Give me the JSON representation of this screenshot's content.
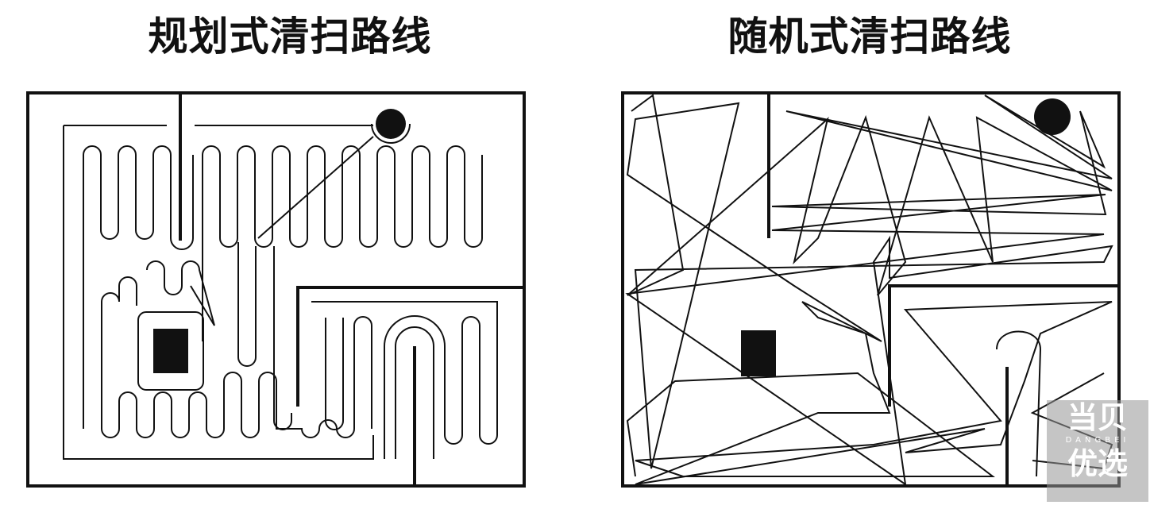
{
  "titles": {
    "planned": "规划式清扫路线",
    "random": "随机式清扫路线"
  },
  "watermark": {
    "line1": "当贝",
    "line2": "DANGBEI",
    "line3": "优选"
  },
  "colors": {
    "stroke": "#111111",
    "background": "#ffffff"
  }
}
